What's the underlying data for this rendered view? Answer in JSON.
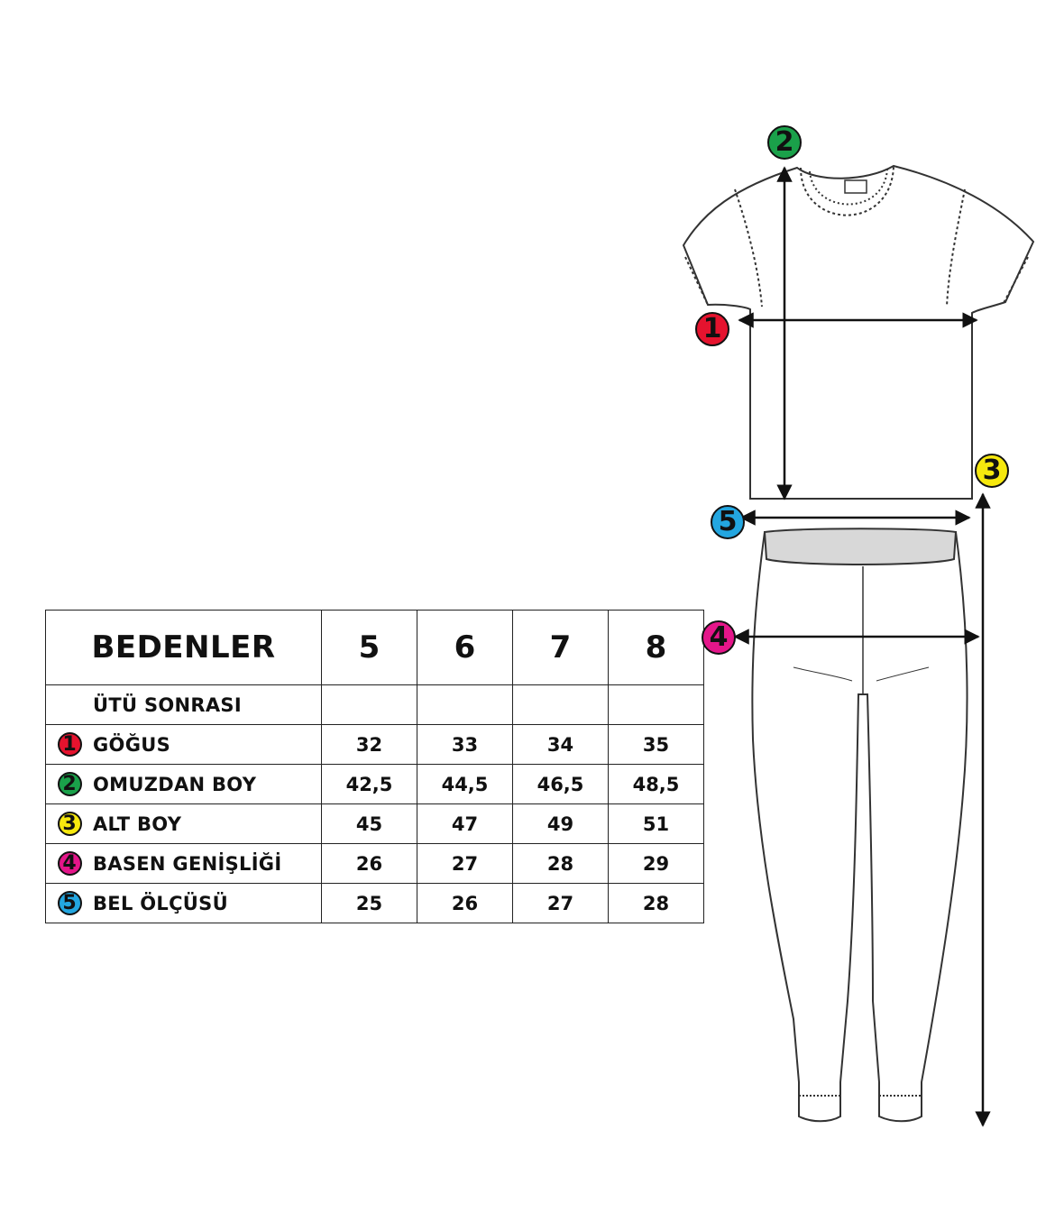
{
  "table": {
    "header_label": "BEDENLER",
    "sizes": [
      "5",
      "6",
      "7",
      "8"
    ],
    "subheader": "ÜTÜ SONRASI",
    "rows": [
      {
        "num": "1",
        "color": "#e5132e",
        "label": "GÖĞUS",
        "values": [
          "32",
          "33",
          "34",
          "35"
        ]
      },
      {
        "num": "2",
        "color": "#1aa14a",
        "label": "OMUZDAN BOY",
        "values": [
          "42,5",
          "44,5",
          "46,5",
          "48,5"
        ]
      },
      {
        "num": "3",
        "color": "#f6e80e",
        "label": "ALT BOY",
        "values": [
          "45",
          "47",
          "49",
          "51"
        ]
      },
      {
        "num": "4",
        "color": "#e4168a",
        "label": "BASEN GENİŞLİĞİ",
        "values": [
          "26",
          "27",
          "28",
          "29"
        ]
      },
      {
        "num": "5",
        "color": "#23a6e0",
        "label": "BEL ÖLÇÜSÜ",
        "values": [
          "25",
          "26",
          "27",
          "28"
        ]
      }
    ]
  },
  "markers": [
    {
      "num": "2",
      "color": "#1aa14a"
    },
    {
      "num": "1",
      "color": "#e5132e"
    },
    {
      "num": "3",
      "color": "#f6e80e"
    },
    {
      "num": "5",
      "color": "#23a6e0"
    },
    {
      "num": "4",
      "color": "#e4168a"
    }
  ]
}
